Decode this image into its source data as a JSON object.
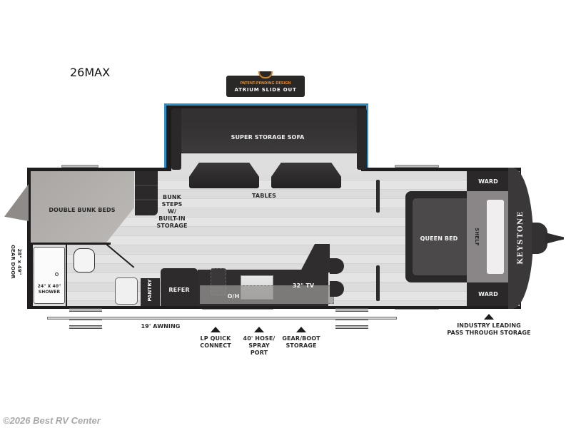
{
  "model": "26MAX",
  "badge": {
    "line1": "PATENT-PENDING DESIGN",
    "line2": "ATRIUM SLIDE OUT"
  },
  "rooms": {
    "sofa": "SUPER STORAGE SOFA",
    "tables": "TABLES",
    "bunk_beds": "DOUBLE BUNK BEDS",
    "bunk_steps": [
      "BUNK",
      "STEPS",
      "W/",
      "BUILT-IN",
      "STORAGE"
    ],
    "gear_door": [
      "28\" x 49\"",
      "GEAR DOOR"
    ],
    "shower": [
      "24\" X 40\"",
      "SHOWER"
    ],
    "pantry": "PANTRY",
    "refer": "REFER",
    "overhead": "O/H",
    "tv": "32\" TV",
    "queen_bed": "QUEEN BED",
    "shelf": "SHELF",
    "ward_top": "WARD",
    "ward_bottom": "WARD",
    "brand": "KEYSTONE"
  },
  "exterior": {
    "awning": "19' AWNING",
    "callouts": [
      {
        "lines": [
          "LP QUICK",
          "CONNECT"
        ]
      },
      {
        "lines": [
          "40' HOSE/",
          "SPRAY",
          "PORT"
        ]
      },
      {
        "lines": [
          "GEAR/BOOT",
          "STORAGE"
        ]
      },
      {
        "lines": [
          "INDUSTRY LEADING",
          "PASS THROUGH STORAGE"
        ]
      }
    ]
  },
  "colors": {
    "slide_accent": "#2b90c8",
    "badge_text": "#e08a2c",
    "dark": "#1f1d1e"
  },
  "copyright": "©2026 Best RV Center"
}
